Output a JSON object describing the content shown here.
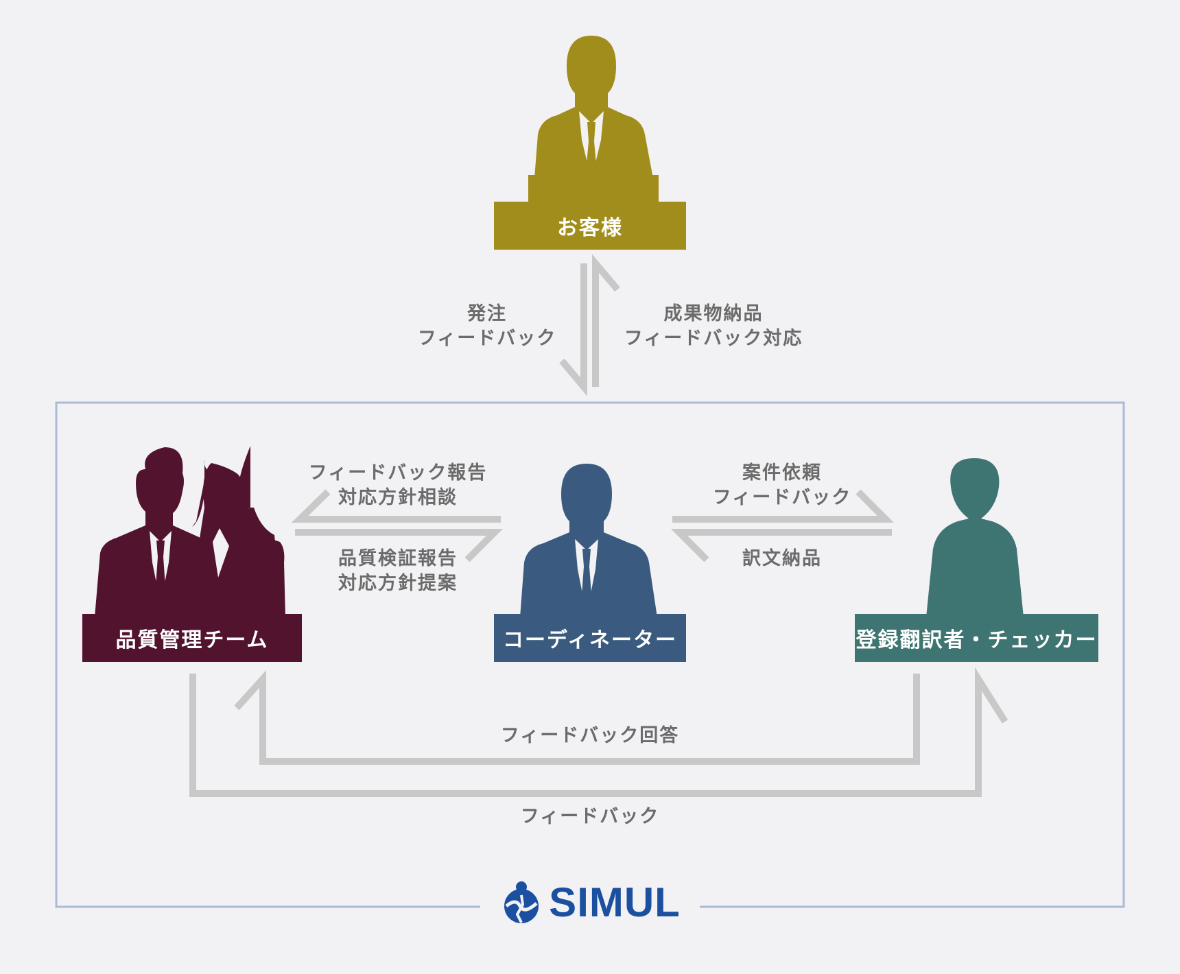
{
  "colors": {
    "client": "#a18d1b",
    "qc_team": "#52132e",
    "coordinator": "#3a5b7f",
    "translator": "#3e7471",
    "arrow": "#c8c8c8",
    "frame": "#a9bbd6",
    "text": "#6b6b6b",
    "logo": "#1b4fa0"
  },
  "nodes": {
    "client": {
      "label": "お客様",
      "icon": "businessman-silhouette-icon"
    },
    "qc_team": {
      "label": "品質管理チーム",
      "icon": "businessman-businesswoman-silhouette-icon"
    },
    "coordinator": {
      "label": "コーディネーター",
      "icon": "businessman-silhouette-icon"
    },
    "translator": {
      "label": "登録翻訳者・チェッカー",
      "icon": "woman-silhouette-icon"
    }
  },
  "edges": {
    "client_down": {
      "line1": "発注",
      "line2": "フィードバック"
    },
    "client_up": {
      "line1": "成果物納品",
      "line2": "フィードバック対応"
    },
    "coord_to_qc": {
      "line1": "フィードバック報告",
      "line2": "対応方針相談"
    },
    "qc_to_coord": {
      "line1": "品質検証報告",
      "line2": "対応方針提案"
    },
    "coord_to_translator": {
      "line1": "案件依頼",
      "line2": "フィードバック"
    },
    "translator_to_coord": {
      "line1": "訳文納品"
    },
    "translator_to_qc": {
      "line1": "フィードバック回答"
    },
    "qc_to_translator": {
      "line1": "フィードバック"
    }
  },
  "logo": {
    "text": "SIMUL",
    "icon": "simul-logo-icon"
  }
}
